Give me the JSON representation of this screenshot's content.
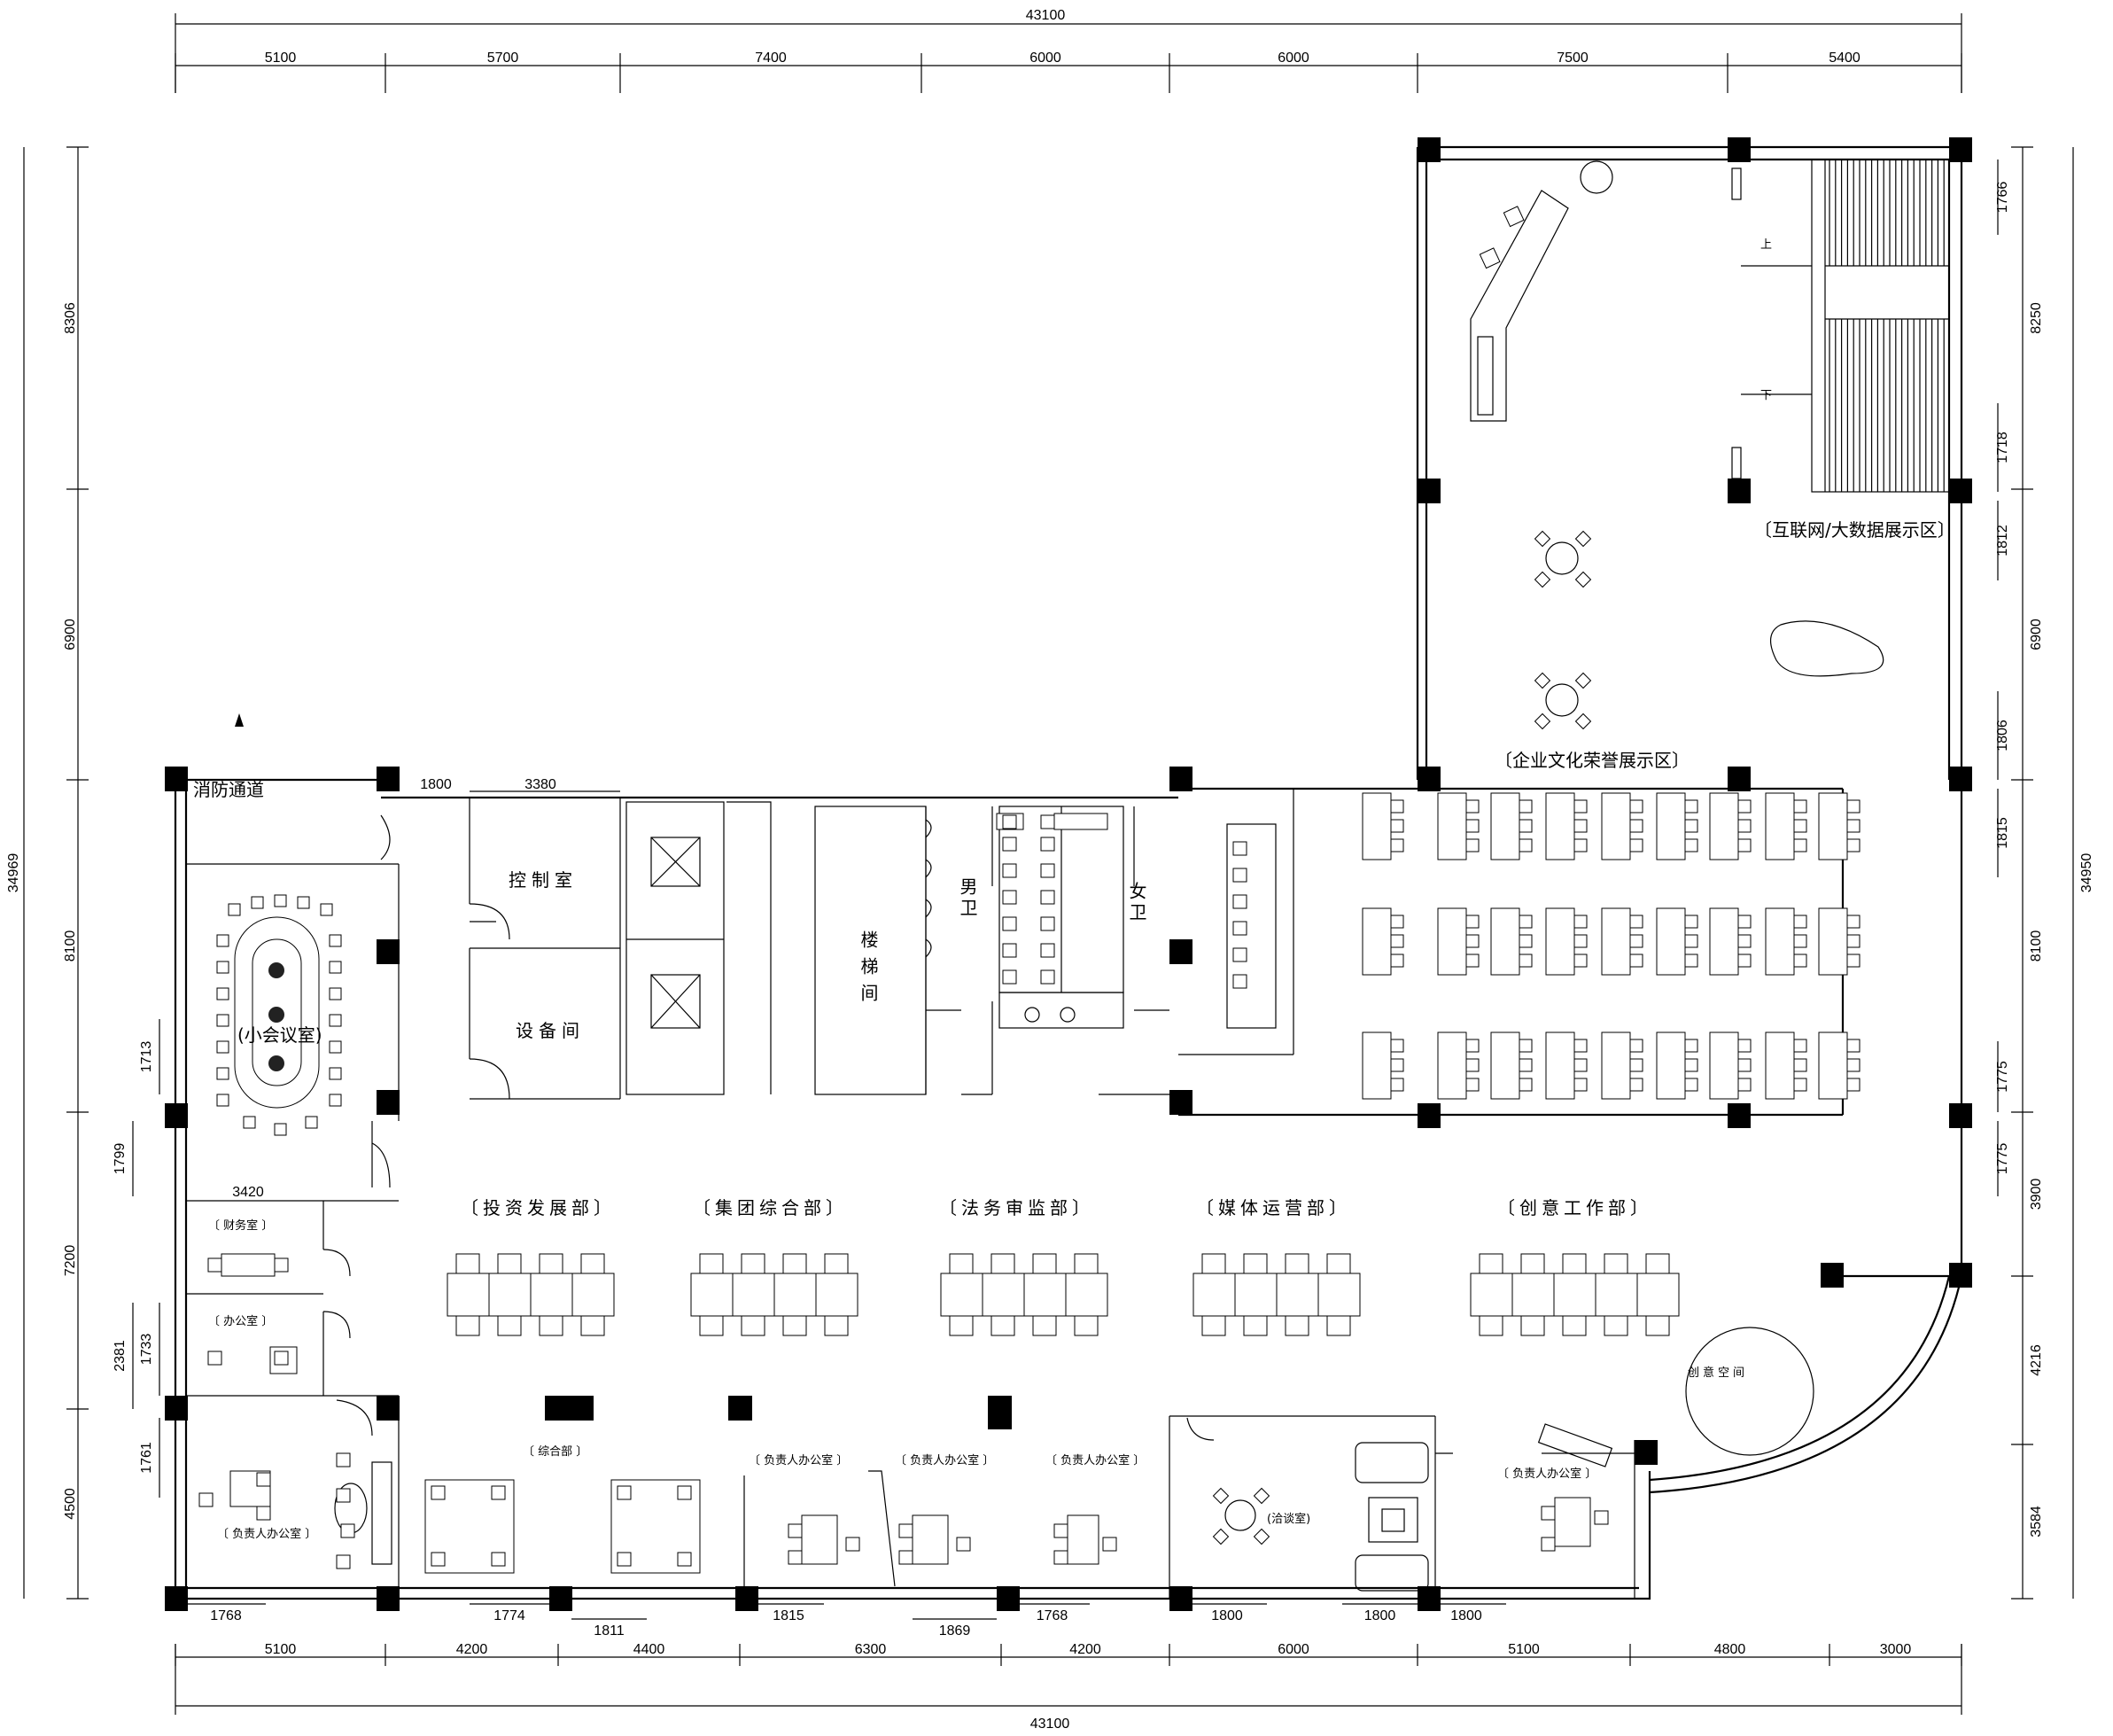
{
  "dimensions": {
    "top_total": "43100",
    "top": [
      "5100",
      "5700",
      "7400",
      "6000",
      "6000",
      "7500",
      "5400"
    ],
    "bottom_total": "43100",
    "bottom": [
      "5100",
      "4200",
      "4400",
      "6300",
      "4200",
      "6000",
      "5100",
      "4800",
      "3000"
    ],
    "left_total": "34969",
    "left": [
      "8306",
      "6900",
      "8100",
      "7200",
      "4500"
    ],
    "right_total": "34950",
    "right": [
      "8250",
      "6900",
      "8100",
      "3900",
      "4216",
      "3584"
    ],
    "left_inner": [
      "1713",
      "1799",
      "2381",
      "1733",
      "1761"
    ],
    "right_inner": [
      "1766",
      "1718",
      "1812",
      "1806",
      "1815",
      "1775",
      "1775"
    ],
    "bottom_inner": [
      "1768",
      "1774",
      "1811",
      "1815",
      "1869",
      "1768",
      "1800",
      "1800",
      "1800"
    ],
    "inner_top": [
      "1800",
      "3380"
    ],
    "inner_mid": "3420"
  },
  "rooms": {
    "fire_passage": "消防通道",
    "control_room": "控制室",
    "equipment_room": "设备间",
    "stairwell": "楼梯间",
    "mens_wc": "男卫",
    "womens_wc": "女卫",
    "small_meeting": "(小会议室)",
    "finance": "〔 财务室 〕",
    "office": "〔 办公室 〕",
    "head_office": "〔 负责人办公室 〕",
    "general_dept": "〔 综合部 〕",
    "negotiation": "(洽谈室)",
    "creative_space": "创意空间",
    "internet_zone": "〔互联网/大数据展示区〕",
    "culture_zone": "〔企业文化荣誉展示区〕",
    "stair_up": "上",
    "stair_down": "下"
  },
  "departments": [
    "〔投资发展部〕",
    "〔集团综合部〕",
    "〔法务审监部〕",
    "〔媒体运营部〕",
    "〔创意工作部〕"
  ],
  "head_offices": [
    "〔 负责人办公室 〕",
    "〔 负责人办公室 〕",
    "〔 负责人办公室 〕",
    "〔 负责人办公室 〕"
  ]
}
